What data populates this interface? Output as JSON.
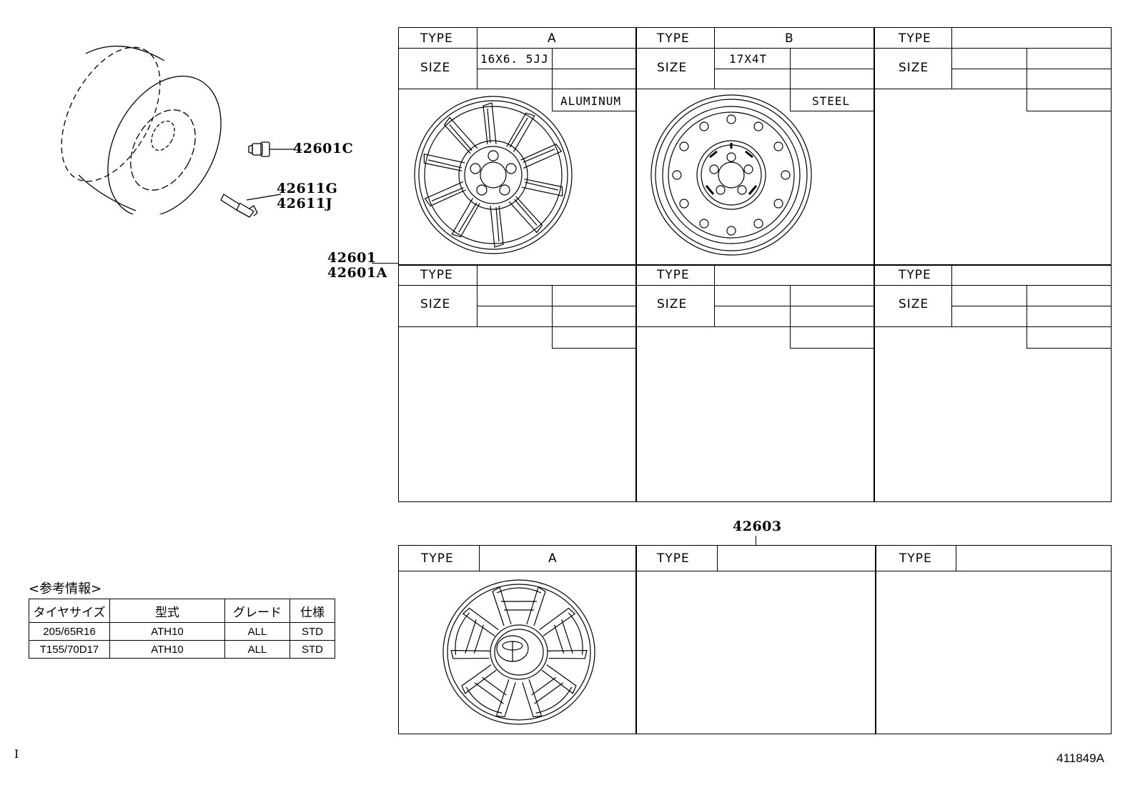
{
  "parts": {
    "wheel_assy": [
      "42601",
      "42601A"
    ],
    "nut": "42601C",
    "valve": [
      "42611G",
      "42611J"
    ],
    "cap": "42603"
  },
  "wheel_table": {
    "type_label": "TYPE",
    "size_label": "SIZE",
    "cells": [
      {
        "type": "A",
        "size": "16X6. 5JJ",
        "material": "ALUMINUM"
      },
      {
        "type": "B",
        "size": "17X4T",
        "material": "STEEL"
      },
      {
        "type": "",
        "size": "",
        "material": ""
      },
      {
        "type": "",
        "size": "",
        "material": ""
      },
      {
        "type": "",
        "size": "",
        "material": ""
      },
      {
        "type": "",
        "size": "",
        "material": ""
      }
    ]
  },
  "cap_table": {
    "type_label": "TYPE",
    "cells": [
      {
        "type": "A"
      },
      {
        "type": ""
      },
      {
        "type": ""
      }
    ]
  },
  "reference": {
    "title": "<参考情報>",
    "headers": [
      "タイヤサイズ",
      "型式",
      "グレード",
      "仕様"
    ],
    "rows": [
      [
        "205/65R16",
        "ATH10",
        "ALL",
        "STD"
      ],
      [
        "T155/70D17",
        "ATH10",
        "ALL",
        "STD"
      ]
    ]
  },
  "footer": {
    "left_mark": "I",
    "drawing_id": "411849A"
  }
}
